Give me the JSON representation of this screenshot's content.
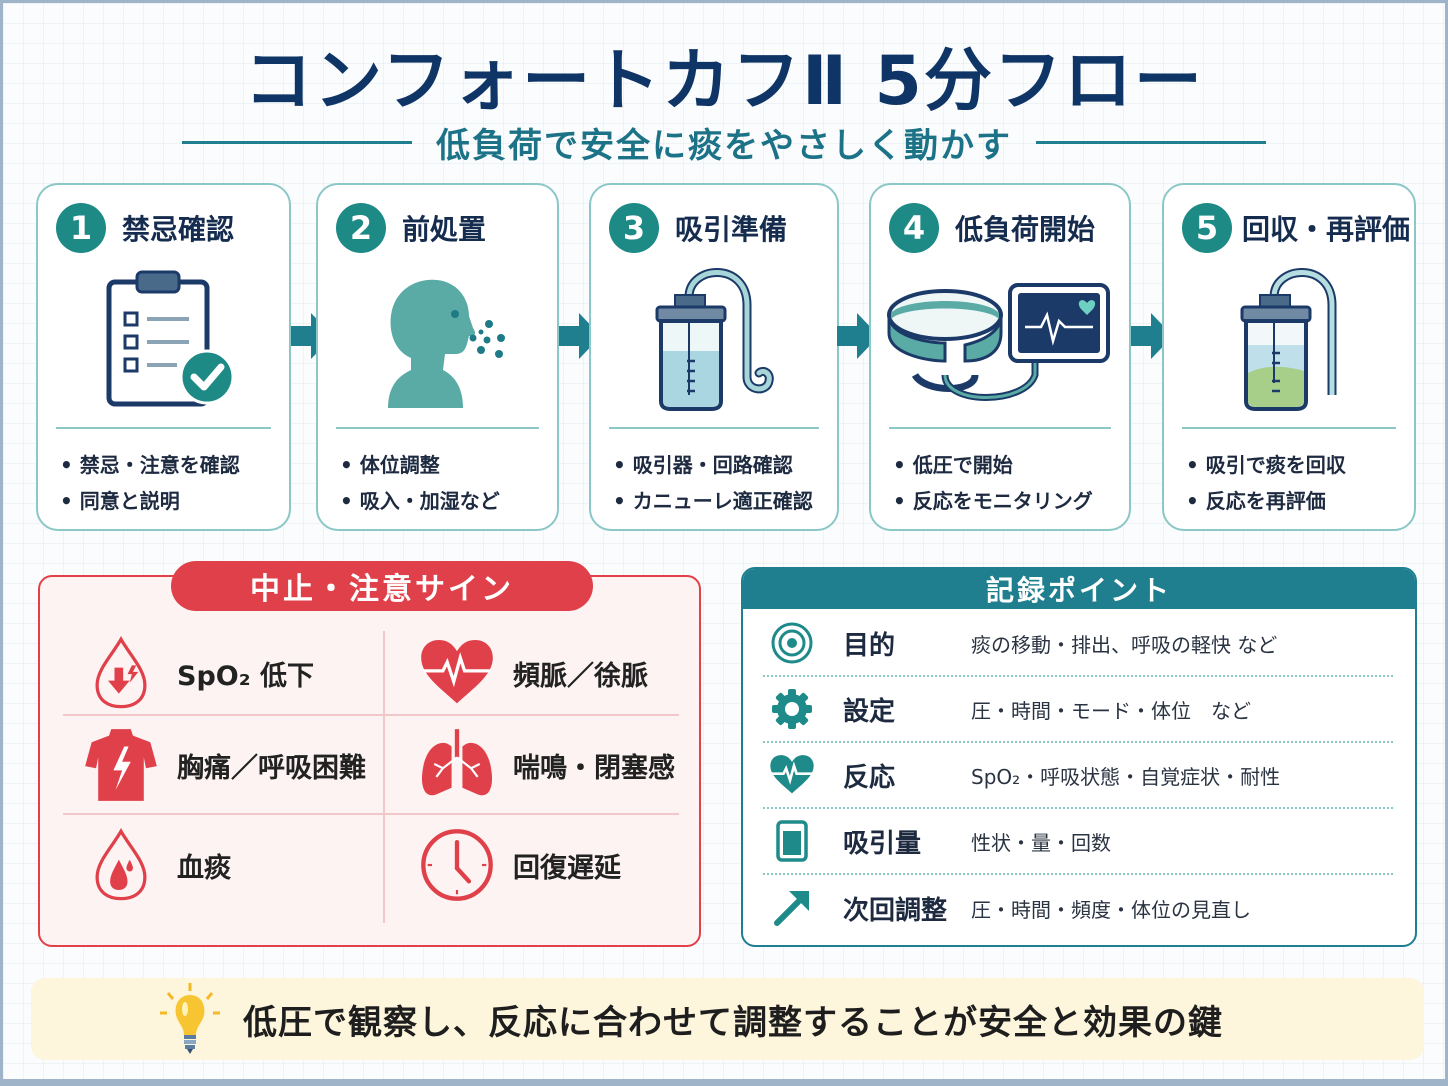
{
  "header": {
    "title": "コンフォートカフⅡ 5分フロー",
    "subtitle": "低負荷で安全に痰をやさしく動かす"
  },
  "colors": {
    "navy": "#0f3566",
    "teal": "#1e8a86",
    "teal_dark": "#1f7f8f",
    "card_border": "#8cc7c8",
    "alert_red": "#e0404a",
    "alert_bg": "#fdf3f3",
    "tip_bg": "#fdf5dc"
  },
  "steps": [
    {
      "number": "1",
      "title": "禁忌確認",
      "icon": "clipboard-check-icon",
      "items": [
        "禁忌・注意を確認",
        "同意と説明"
      ]
    },
    {
      "number": "2",
      "title": "前処置",
      "icon": "head-inhalation-icon",
      "items": [
        "体位調整",
        "吸入・加湿など"
      ]
    },
    {
      "number": "3",
      "title": "吸引準備",
      "icon": "suction-bottle-icon",
      "items": [
        "吸引器・回路確認",
        "カニューレ適正確認"
      ]
    },
    {
      "number": "4",
      "title": "低負荷開始",
      "icon": "cuff-monitor-icon",
      "items": [
        "低圧で開始",
        "反応をモニタリング"
      ]
    },
    {
      "number": "5",
      "title": "回収・再評価",
      "icon": "collection-bottle-icon",
      "items": [
        "吸引で痰を回収",
        "反応を再評価"
      ]
    }
  ],
  "stop_signs": {
    "title": "中止・注意サイン",
    "items": [
      {
        "label": "SpO₂ 低下",
        "icon": "oxygen-drop-icon"
      },
      {
        "label": "頻脈／徐脈",
        "icon": "heart-pulse-icon"
      },
      {
        "label": "胸痛／呼吸困難",
        "icon": "chest-pain-icon"
      },
      {
        "label": "喘鳴・閉塞感",
        "icon": "lungs-icon"
      },
      {
        "label": "血痰",
        "icon": "blood-drop-icon"
      },
      {
        "label": "回復遅延",
        "icon": "clock-icon"
      }
    ]
  },
  "record_points": {
    "title": "記録ポイント",
    "rows": [
      {
        "key": "目的",
        "value": "痰の移動・排出、呼吸の軽快 など",
        "icon": "target-icon"
      },
      {
        "key": "設定",
        "value": "圧・時間・モード・体位　など",
        "icon": "gear-icon"
      },
      {
        "key": "反応",
        "value": "SpO₂・呼吸状態・自覚症状・耐性",
        "icon": "heart-pulse-icon"
      },
      {
        "key": "吸引量",
        "value": "性状・量・回数",
        "icon": "container-icon"
      },
      {
        "key": "次回調整",
        "value": "圧・時間・頻度・体位の見直し",
        "icon": "arrow-up-right-icon"
      }
    ]
  },
  "tip": {
    "icon": "lightbulb-icon",
    "text": "低圧で観察し、反応に合わせて調整することが安全と効果の鍵"
  }
}
